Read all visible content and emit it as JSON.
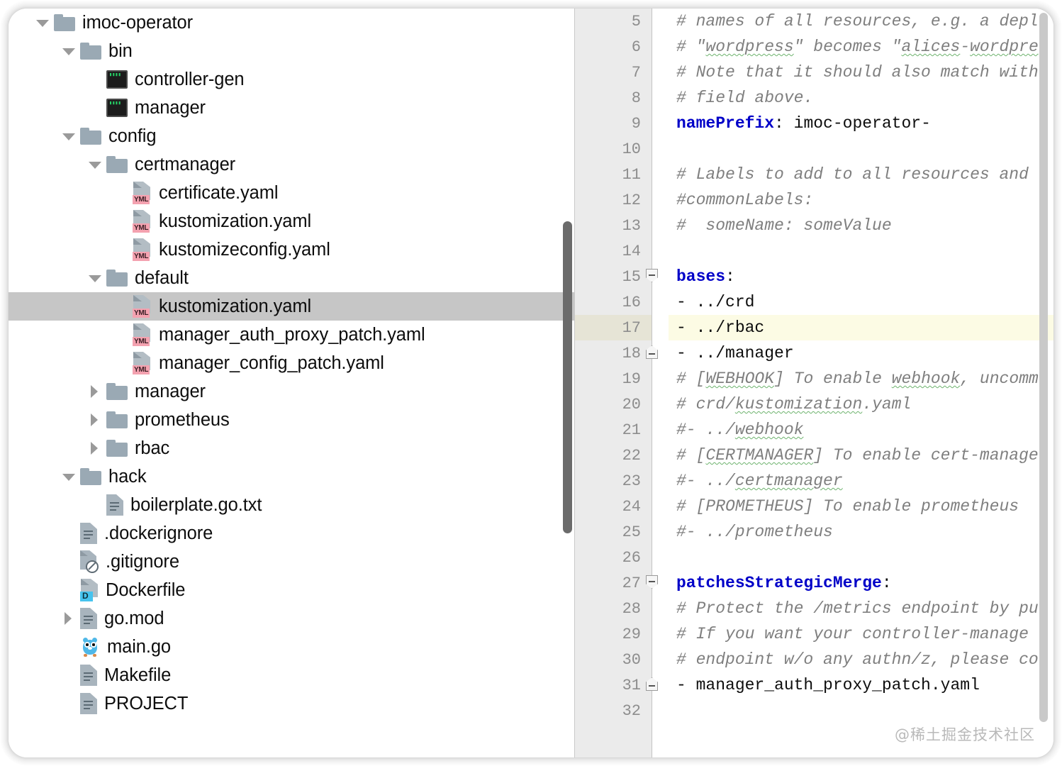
{
  "window": {
    "title": "imoc-operator"
  },
  "tree": {
    "scrollbar": {
      "name": "tree-vertical-scrollbar"
    },
    "items": [
      {
        "label": "imoc-operator",
        "depth": 0,
        "icon": "folder-icon",
        "state": "open",
        "selected": false
      },
      {
        "label": "bin",
        "depth": 1,
        "icon": "folder-icon",
        "state": "open",
        "selected": false
      },
      {
        "label": "controller-gen",
        "depth": 2,
        "icon": "terminal-binary-icon",
        "state": "leaf",
        "selected": false
      },
      {
        "label": "manager",
        "depth": 2,
        "icon": "terminal-binary-icon",
        "state": "leaf",
        "selected": false
      },
      {
        "label": "config",
        "depth": 1,
        "icon": "folder-icon",
        "state": "open",
        "selected": false
      },
      {
        "label": "certmanager",
        "depth": 2,
        "icon": "folder-icon",
        "state": "open",
        "selected": false
      },
      {
        "label": "certificate.yaml",
        "depth": 3,
        "icon": "yaml-file-icon",
        "state": "leaf",
        "selected": false
      },
      {
        "label": "kustomization.yaml",
        "depth": 3,
        "icon": "yaml-file-icon",
        "state": "leaf",
        "selected": false
      },
      {
        "label": "kustomizeconfig.yaml",
        "depth": 3,
        "icon": "yaml-file-icon",
        "state": "leaf",
        "selected": false
      },
      {
        "label": "default",
        "depth": 2,
        "icon": "folder-icon",
        "state": "open",
        "selected": false
      },
      {
        "label": "kustomization.yaml",
        "depth": 3,
        "icon": "yaml-file-icon",
        "state": "leaf",
        "selected": true
      },
      {
        "label": "manager_auth_proxy_patch.yaml",
        "depth": 3,
        "icon": "yaml-file-icon",
        "state": "leaf",
        "selected": false
      },
      {
        "label": "manager_config_patch.yaml",
        "depth": 3,
        "icon": "yaml-file-icon",
        "state": "leaf",
        "selected": false
      },
      {
        "label": "manager",
        "depth": 2,
        "icon": "folder-icon",
        "state": "closed",
        "selected": false
      },
      {
        "label": "prometheus",
        "depth": 2,
        "icon": "folder-icon",
        "state": "closed",
        "selected": false
      },
      {
        "label": "rbac",
        "depth": 2,
        "icon": "folder-icon",
        "state": "closed",
        "selected": false
      },
      {
        "label": "hack",
        "depth": 1,
        "icon": "folder-icon",
        "state": "open",
        "selected": false
      },
      {
        "label": "boilerplate.go.txt",
        "depth": 2,
        "icon": "text-file-icon",
        "state": "leaf",
        "selected": false
      },
      {
        "label": ".dockerignore",
        "depth": 1,
        "icon": "text-file-icon",
        "state": "leaf",
        "selected": false
      },
      {
        "label": ".gitignore",
        "depth": 1,
        "icon": "gitignore-file-icon",
        "state": "leaf",
        "selected": false
      },
      {
        "label": "Dockerfile",
        "depth": 1,
        "icon": "dockerfile-icon",
        "state": "leaf",
        "selected": false
      },
      {
        "label": "go.mod",
        "depth": 1,
        "icon": "text-file-icon",
        "state": "closed",
        "selected": false
      },
      {
        "label": "main.go",
        "depth": 1,
        "icon": "go-gopher-icon",
        "state": "leaf",
        "selected": false
      },
      {
        "label": "Makefile",
        "depth": 1,
        "icon": "text-file-icon",
        "state": "leaf",
        "selected": false
      },
      {
        "label": "PROJECT",
        "depth": 1,
        "icon": "text-file-icon",
        "state": "leaf",
        "selected": false
      }
    ]
  },
  "editor": {
    "language": "yaml",
    "current_line": 17,
    "colors": {
      "comment": "#7f7f7f",
      "key": "#0000c8",
      "plain": "#0d0d0d",
      "current_line_bg": "#fcfbe4",
      "gutter_bg": "#ebebeb",
      "spellcheck_underline": "#6db36d"
    },
    "lines": [
      {
        "no": 5,
        "fold": "none",
        "tokens": [
          {
            "t": "# names of all resources, e.g. a depl",
            "c": "cmt"
          }
        ]
      },
      {
        "no": 6,
        "fold": "none",
        "tokens": [
          {
            "t": "# \"",
            "c": "cmt"
          },
          {
            "t": "wordpress",
            "c": "cmt sq"
          },
          {
            "t": "\" becomes \"",
            "c": "cmt"
          },
          {
            "t": "alices",
            "c": "cmt sq"
          },
          {
            "t": "-",
            "c": "cmt"
          },
          {
            "t": "wordpre",
            "c": "cmt sq"
          }
        ]
      },
      {
        "no": 7,
        "fold": "none",
        "tokens": [
          {
            "t": "# Note that it should also match with",
            "c": "cmt"
          }
        ]
      },
      {
        "no": 8,
        "fold": "none",
        "tokens": [
          {
            "t": "# field above.",
            "c": "cmt"
          }
        ]
      },
      {
        "no": 9,
        "fold": "none",
        "tokens": [
          {
            "t": "namePrefix",
            "c": "key"
          },
          {
            "t": ": imoc-operator-",
            "c": "plain"
          }
        ]
      },
      {
        "no": 10,
        "fold": "none",
        "tokens": []
      },
      {
        "no": 11,
        "fold": "none",
        "tokens": [
          {
            "t": "# Labels to add to all resources and",
            "c": "cmt"
          }
        ]
      },
      {
        "no": 12,
        "fold": "none",
        "tokens": [
          {
            "t": "#commonLabels:",
            "c": "cmt"
          }
        ]
      },
      {
        "no": 13,
        "fold": "none",
        "tokens": [
          {
            "t": "#  someName: someValue",
            "c": "cmt"
          }
        ]
      },
      {
        "no": 14,
        "fold": "none",
        "tokens": []
      },
      {
        "no": 15,
        "fold": "open",
        "tokens": [
          {
            "t": "bases",
            "c": "key"
          },
          {
            "t": ":",
            "c": "plain"
          }
        ]
      },
      {
        "no": 16,
        "fold": "none",
        "tokens": [
          {
            "t": "- ../crd",
            "c": "plain"
          }
        ]
      },
      {
        "no": 17,
        "fold": "none",
        "tokens": [
          {
            "t": "- ../rbac",
            "c": "plain"
          }
        ]
      },
      {
        "no": 18,
        "fold": "end",
        "tokens": [
          {
            "t": "- ../manager",
            "c": "plain"
          }
        ]
      },
      {
        "no": 19,
        "fold": "none",
        "tokens": [
          {
            "t": "# [",
            "c": "cmt"
          },
          {
            "t": "WEBHOOK",
            "c": "cmt sq"
          },
          {
            "t": "] To enable ",
            "c": "cmt"
          },
          {
            "t": "webhook",
            "c": "cmt sq"
          },
          {
            "t": ", uncomm",
            "c": "cmt"
          }
        ]
      },
      {
        "no": 20,
        "fold": "none",
        "tokens": [
          {
            "t": "# crd/",
            "c": "cmt"
          },
          {
            "t": "kustomization",
            "c": "cmt sq"
          },
          {
            "t": ".yaml",
            "c": "cmt"
          }
        ]
      },
      {
        "no": 21,
        "fold": "none",
        "tokens": [
          {
            "t": "#- ../",
            "c": "cmt"
          },
          {
            "t": "webhook",
            "c": "cmt sq"
          }
        ]
      },
      {
        "no": 22,
        "fold": "none",
        "tokens": [
          {
            "t": "# [",
            "c": "cmt"
          },
          {
            "t": "CERTMANAGER",
            "c": "cmt sq"
          },
          {
            "t": "] To enable cert-manage",
            "c": "cmt"
          }
        ]
      },
      {
        "no": 23,
        "fold": "none",
        "tokens": [
          {
            "t": "#- ../",
            "c": "cmt"
          },
          {
            "t": "certmanager",
            "c": "cmt sq"
          }
        ]
      },
      {
        "no": 24,
        "fold": "none",
        "tokens": [
          {
            "t": "# [PROMETHEUS] To enable prometheus ",
            "c": "cmt"
          }
        ]
      },
      {
        "no": 25,
        "fold": "none",
        "tokens": [
          {
            "t": "#- ../prometheus",
            "c": "cmt"
          }
        ]
      },
      {
        "no": 26,
        "fold": "none",
        "tokens": []
      },
      {
        "no": 27,
        "fold": "open",
        "tokens": [
          {
            "t": "patchesStrategicMerge",
            "c": "key"
          },
          {
            "t": ":",
            "c": "plain"
          }
        ]
      },
      {
        "no": 28,
        "fold": "none",
        "tokens": [
          {
            "t": "# Protect the /metrics endpoint by pu",
            "c": "cmt"
          }
        ]
      },
      {
        "no": 29,
        "fold": "none",
        "tokens": [
          {
            "t": "# If you want your controller-manage",
            "c": "cmt"
          }
        ]
      },
      {
        "no": 30,
        "fold": "none",
        "tokens": [
          {
            "t": "# endpoint w/o any authn/z, please co",
            "c": "cmt"
          }
        ]
      },
      {
        "no": 31,
        "fold": "end",
        "tokens": [
          {
            "t": "- manager_auth_proxy_patch.yaml",
            "c": "plain"
          }
        ]
      },
      {
        "no": 32,
        "fold": "none",
        "tokens": []
      }
    ]
  },
  "watermark": {
    "text": "@稀土掘金技术社区"
  },
  "icons": {
    "terminal-binary-icon": "▮▮▮▮",
    "folder-open-arrow": "▼",
    "folder-closed-arrow": "▶",
    "yaml-badge": "YML",
    "docker-badge": "D"
  }
}
